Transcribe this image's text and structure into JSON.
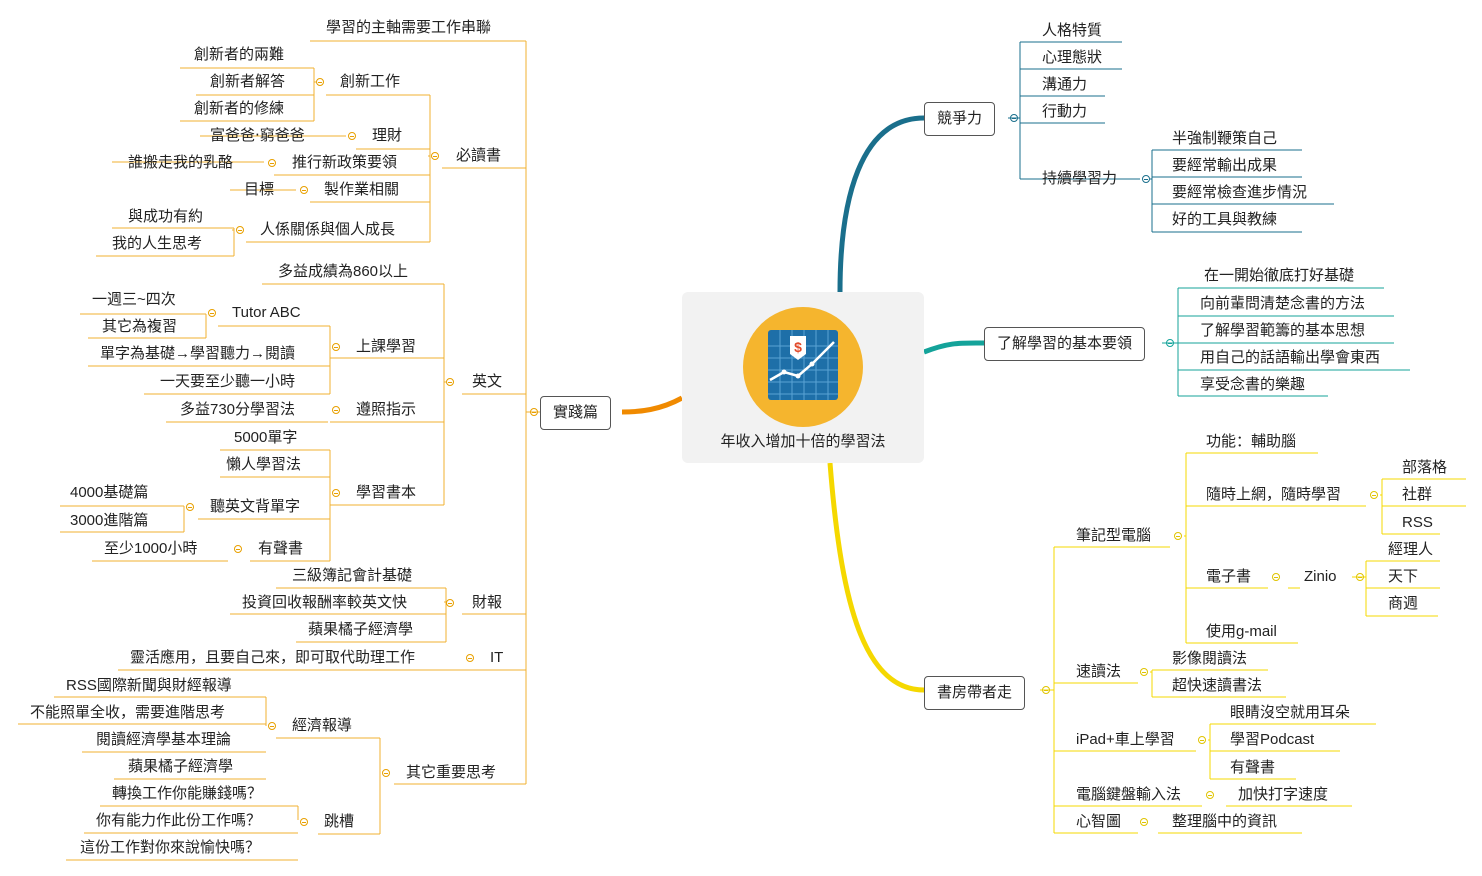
{
  "center": {
    "title": "年收入增加十倍的學習法",
    "icon": "growth-chart-icon"
  },
  "colors": {
    "orange": "#f08a00",
    "blue": "#1a6f8c",
    "teal": "#14a39a",
    "yellow": "#f5d800",
    "leaf_orange": "#f0b030"
  },
  "right": {
    "compete": {
      "label": "競爭力",
      "items": [
        "人格特質",
        "心理態狀",
        "溝通力",
        "行動力",
        "持續學習力"
      ],
      "continuous": [
        "半強制鞭策自己",
        "要經常輸出成果",
        "要經常檢查進步情況",
        "好的工具與教練"
      ]
    },
    "basics": {
      "label": "了解學習的基本要領",
      "items": [
        "在一開始徹底打好基礎",
        "向前輩問清楚念書的方法",
        "了解學習範籌的基本思想",
        "用自己的話語輸出學會東西",
        "享受念書的樂趣"
      ]
    },
    "study": {
      "label": "書房帶者走",
      "laptop": "筆記型電腦",
      "function": "功能：輔助腦",
      "online": "隨時上網，隨時學習",
      "online_items": [
        "部落格",
        "社群",
        "RSS"
      ],
      "ebook": "電子書",
      "zinio": "Zinio",
      "zinio_items": [
        "經理人",
        "天下",
        "商週"
      ],
      "gmail": "使用g-mail",
      "speed": "速讀法",
      "speed_items": [
        "影像閱讀法",
        "超快速讀書法"
      ],
      "ipad": "iPad+車上學習",
      "ipad_items": [
        "眼睛沒空就用耳朵",
        "學習Podcast",
        "有聲書"
      ],
      "keyboard": "電腦鍵盤輸入法",
      "keyboard_item": "加快打字速度",
      "mindmap": "心智圖",
      "mindmap_item": "整理腦中的資訊"
    }
  },
  "left": {
    "practice": "實踐篇",
    "main_axis": "學習的主軸需要工作串聯",
    "must_read": {
      "label": "必讀書",
      "innovation": "創新工作",
      "innovation_items": [
        "創新者的兩難",
        "創新者解答",
        "創新者的修練"
      ],
      "finance": "理財",
      "finance_item": "富爸爸‧窮爸爸",
      "policy": "推行新政策要領",
      "policy_item": "誰搬走我的乳酪",
      "work": "製作業相關",
      "work_item": "目標",
      "relation": "人係關係與個人成長",
      "relation_items": [
        "與成功有約",
        "我的人生思考"
      ]
    },
    "english": {
      "label": "英文",
      "toeic": "多益成績為860以上",
      "class": "上課學習",
      "tutor": "Tutor ABC",
      "tutor_items": [
        "一週三~四次",
        "其它為複習"
      ],
      "vocab": "單字為基礎→學習聽力→閱讀",
      "listen": "一天要至少聽一小時",
      "follow": "遵照指示",
      "follow_item": "多益730分學習法",
      "books": "學習書本",
      "book_5000": "5000單字",
      "book_lazy": "懶人學習法",
      "book_listen": "聽英文背單字",
      "book_listen_items": [
        "4000基礎篇",
        "3000進階篇"
      ],
      "audio": "有聲書",
      "audio_item": "至少1000小時"
    },
    "finance": {
      "label": "財報",
      "items": [
        "三級簿記會計基礎",
        "投資回收報酬率較英文快",
        "蘋果橘子經濟學"
      ]
    },
    "it": {
      "label": "IT",
      "item": "靈活應用，且要自己來，即可取代助理工作"
    },
    "others": {
      "label": "其它重要思考",
      "econ": "經濟報導",
      "econ_items": [
        "RSS國際新聞與財經報導",
        "不能照單全收，需要進階思考",
        "閱讀經濟學基本理論",
        "蘋果橘子經濟學"
      ],
      "jump": "跳槽",
      "jump_items": [
        "轉換工作你能賺錢嗎？",
        "你有能力作此份工作嗎？",
        "這份工作對你來說愉快嗎？"
      ]
    }
  }
}
